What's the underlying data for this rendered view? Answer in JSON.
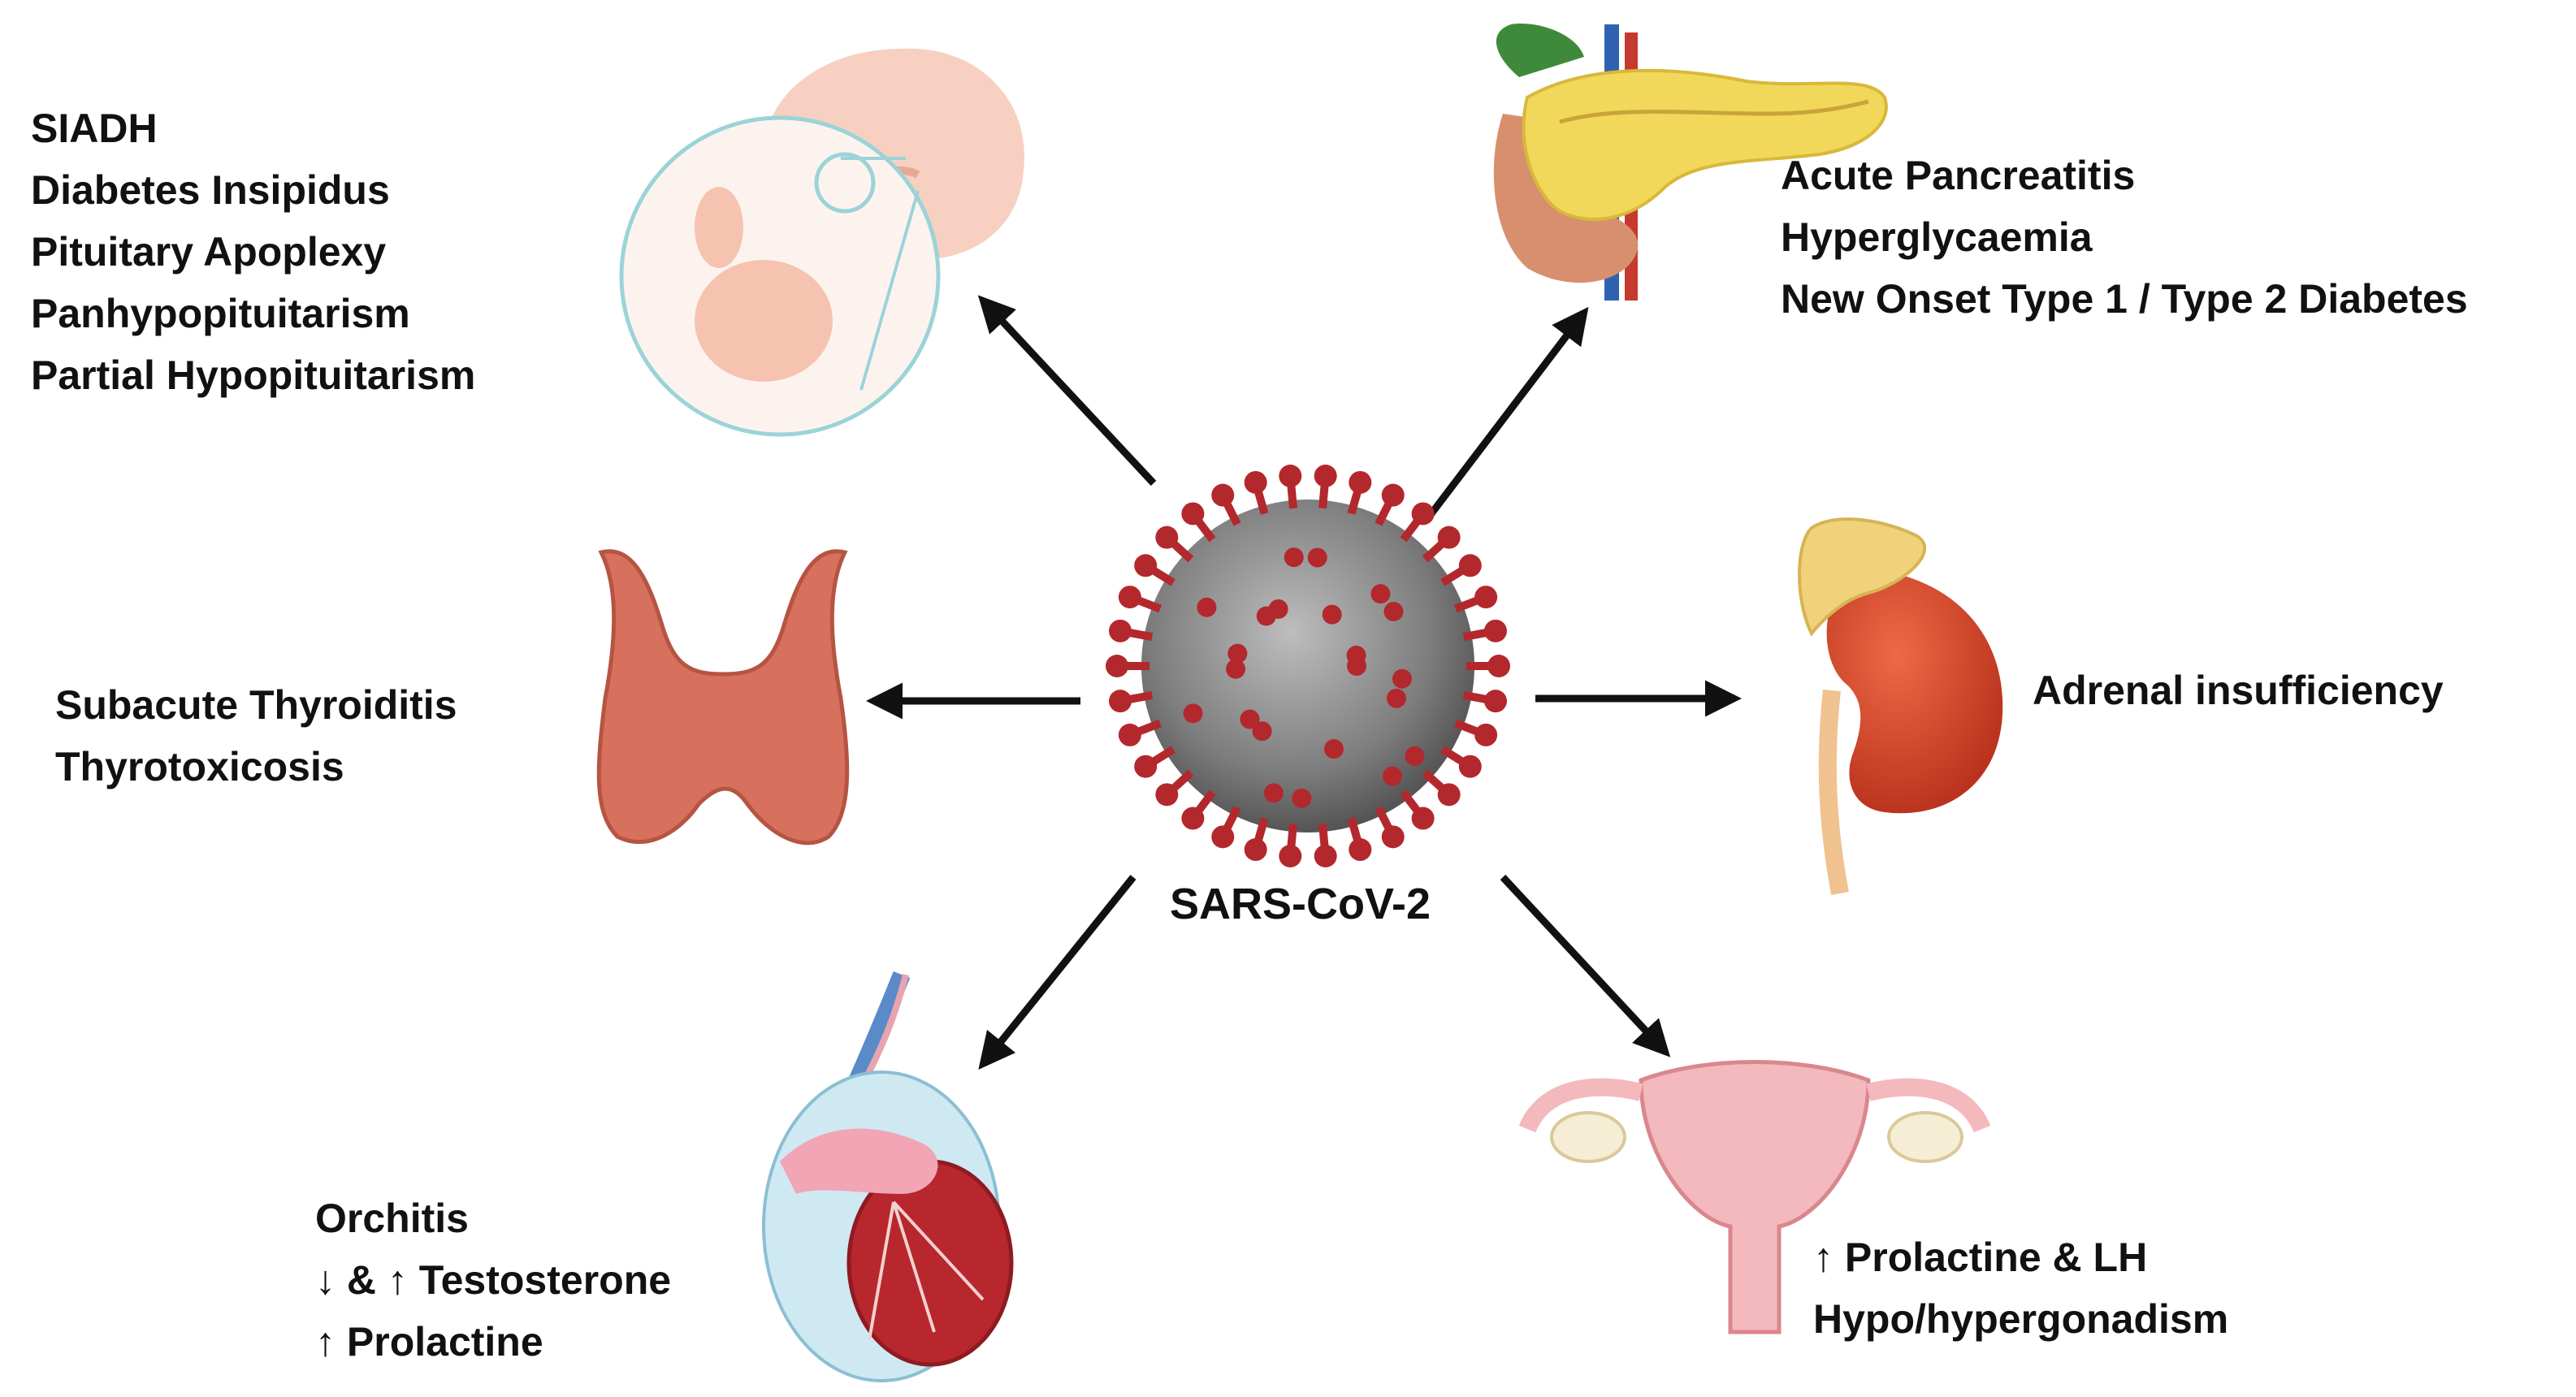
{
  "center": {
    "label": "SARS-CoV-2"
  },
  "pituitary": {
    "lines": [
      "SIADH",
      "Diabetes Insipidus",
      "Pituitary Apoplexy",
      "Panhypopituitarism",
      "Partial Hypopituitarism"
    ]
  },
  "pancreas": {
    "lines": [
      "Acute Pancreatitis",
      "Hyperglycaemia",
      "New Onset Type 1 / Type 2 Diabetes"
    ]
  },
  "thyroid": {
    "lines": [
      "Subacute Thyroiditis",
      "Thyrotoxicosis"
    ]
  },
  "adrenal": {
    "lines": [
      "Adrenal insufficiency"
    ]
  },
  "testis": {
    "lines": [
      "Orchitis",
      "↓ & ↑ Testosterone",
      "↑ Prolactine"
    ]
  },
  "ovary": {
    "lines": [
      "↑  Prolactine & LH",
      "Hypo/hypergonadism"
    ]
  },
  "colors": {
    "arrow": "#111111",
    "virus_core": "#8a8a8a",
    "spike": "#b3282d",
    "thyroid": "#d7705c",
    "kidney": "#d2462c",
    "adrenal": "#f0d27a",
    "pancreas": "#f1d85a",
    "brain": "#f6c3b0",
    "uterus": "#f3b9bc",
    "testis": "#b8262e"
  }
}
